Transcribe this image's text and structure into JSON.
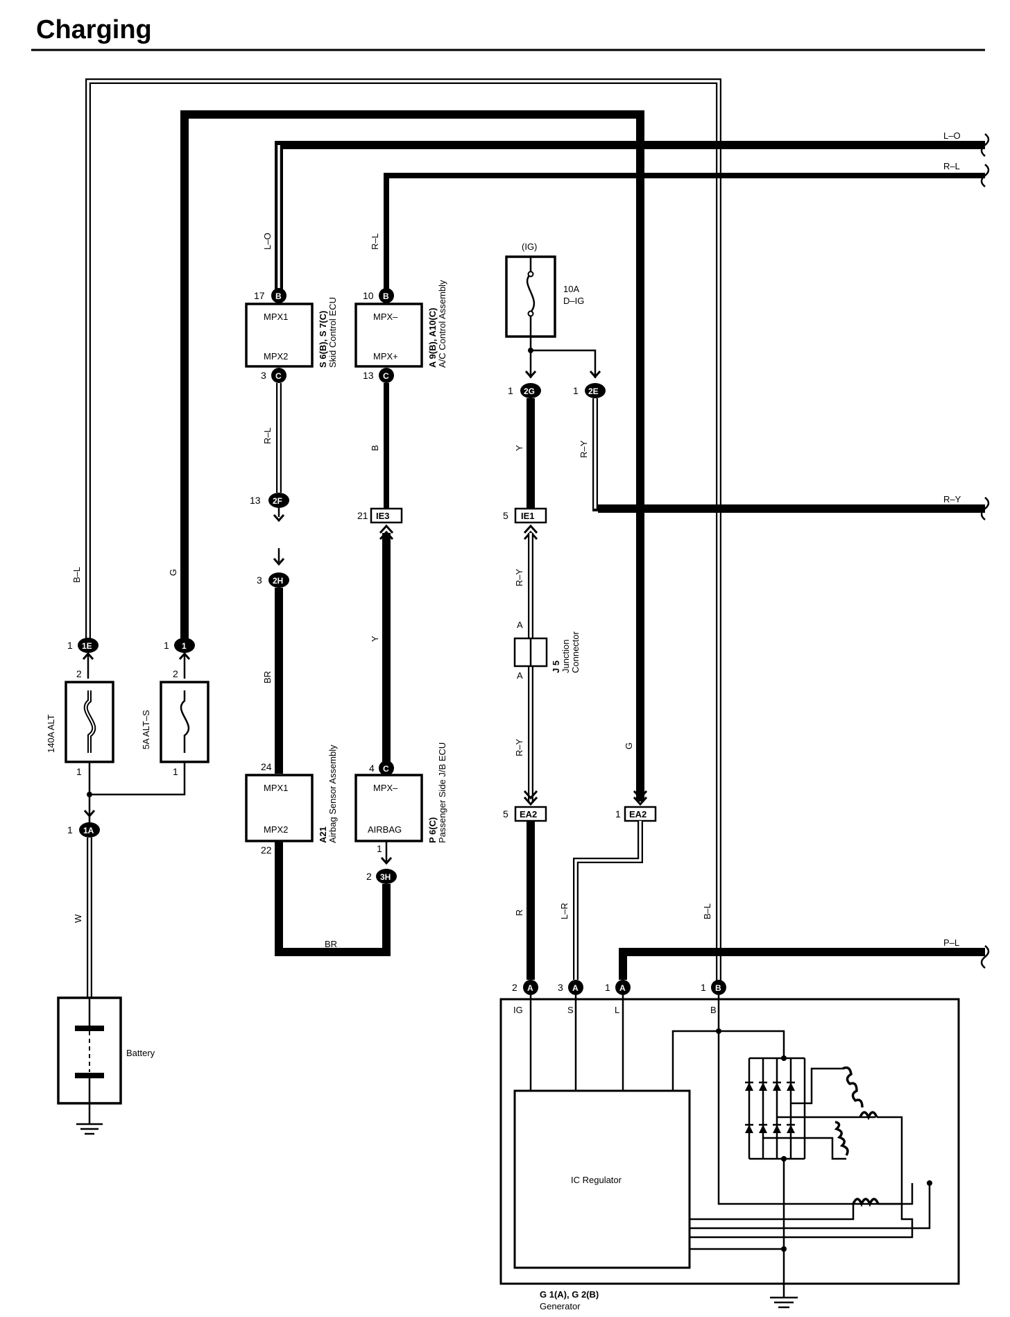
{
  "title": "Charging",
  "wire_colors": {
    "b_l_top": "B–L",
    "g_top": "G",
    "l_o_left": "L–O",
    "r_l_left": "R–L",
    "l_o_right": "L–O",
    "r_l_right": "R–L",
    "r_l_skid": "R–L",
    "b_ac": "B",
    "br_mid": "BR",
    "y_mid": "Y",
    "br_bottom": "BR",
    "w": "W",
    "y_ig": "Y",
    "r_y_2e": "R–Y",
    "r_y_right": "R–Y",
    "r_y_j5_top": "R–Y",
    "r_y_j5_bot": "R–Y",
    "r_gen": "R",
    "l_r": "L–R",
    "g_gen": "G",
    "b_l_gen": "B–L",
    "p_l": "P–L"
  },
  "fuses": {
    "alt": "140A ALT",
    "alt_s": "5A ALT–S",
    "dig_amp": "10A",
    "dig_name": "D–IG",
    "ig": "(IG)"
  },
  "components": {
    "skid_ecu_id": "S 6(B), S 7(C)",
    "skid_ecu_name": "Skid Control ECU",
    "ac_id": "A 9(B), A10(C)",
    "ac_name": "A/C Control Assembly",
    "airbag_id": "A21",
    "airbag_name": "Airbag Sensor Assembly",
    "jb_ecu_id": "P 6(C)",
    "jb_ecu_name": "Passenger Side J/B ECU",
    "j5_id": "J 5",
    "j5_name_1": "Junction",
    "j5_name_2": "Connector",
    "battery": "Battery",
    "generator_id": "G 1(A), G 2(B)",
    "generator_name": "Generator",
    "ic_regulator": "IC Regulator"
  },
  "terminals": {
    "mpx1": "MPX1",
    "mpx2": "MPX2",
    "mpx_minus": "MPX–",
    "mpx_plus": "MPX+",
    "airbag": "AIRBAG",
    "ig": "IG",
    "s": "S",
    "l": "L",
    "b": "B"
  },
  "connectors": {
    "c1E": "1E",
    "c1": "1",
    "c1A": "1A",
    "c2F": "2F",
    "c2H": "2H",
    "c3H": "3H",
    "cIE3": "IE3",
    "cIE1": "IE1",
    "c2G": "2G",
    "c2E": "2E",
    "cEA2a": "EA2",
    "cEA2b": "EA2",
    "cB": "B",
    "cC": "C",
    "cA": "A",
    "j5_a": "A"
  },
  "pins": {
    "p17": "17",
    "p3": "3",
    "p10": "10",
    "p13": "13",
    "p13b": "13",
    "p3b": "3",
    "p21": "21",
    "p24": "24",
    "p22": "22",
    "p4": "4",
    "p1": "1",
    "p2": "2",
    "p1_1e": "1",
    "p2_alt": "2",
    "p1_alt": "1",
    "p1_c1": "1",
    "p2_alts": "2",
    "p1_alts": "1",
    "p1_1a": "1",
    "p1_2g": "1",
    "p1_2e": "1",
    "p5_ie1": "5",
    "p5_ea2": "5",
    "p1_ea2": "1",
    "g2": "2",
    "g3": "3",
    "g1": "1",
    "g1b": "1"
  }
}
